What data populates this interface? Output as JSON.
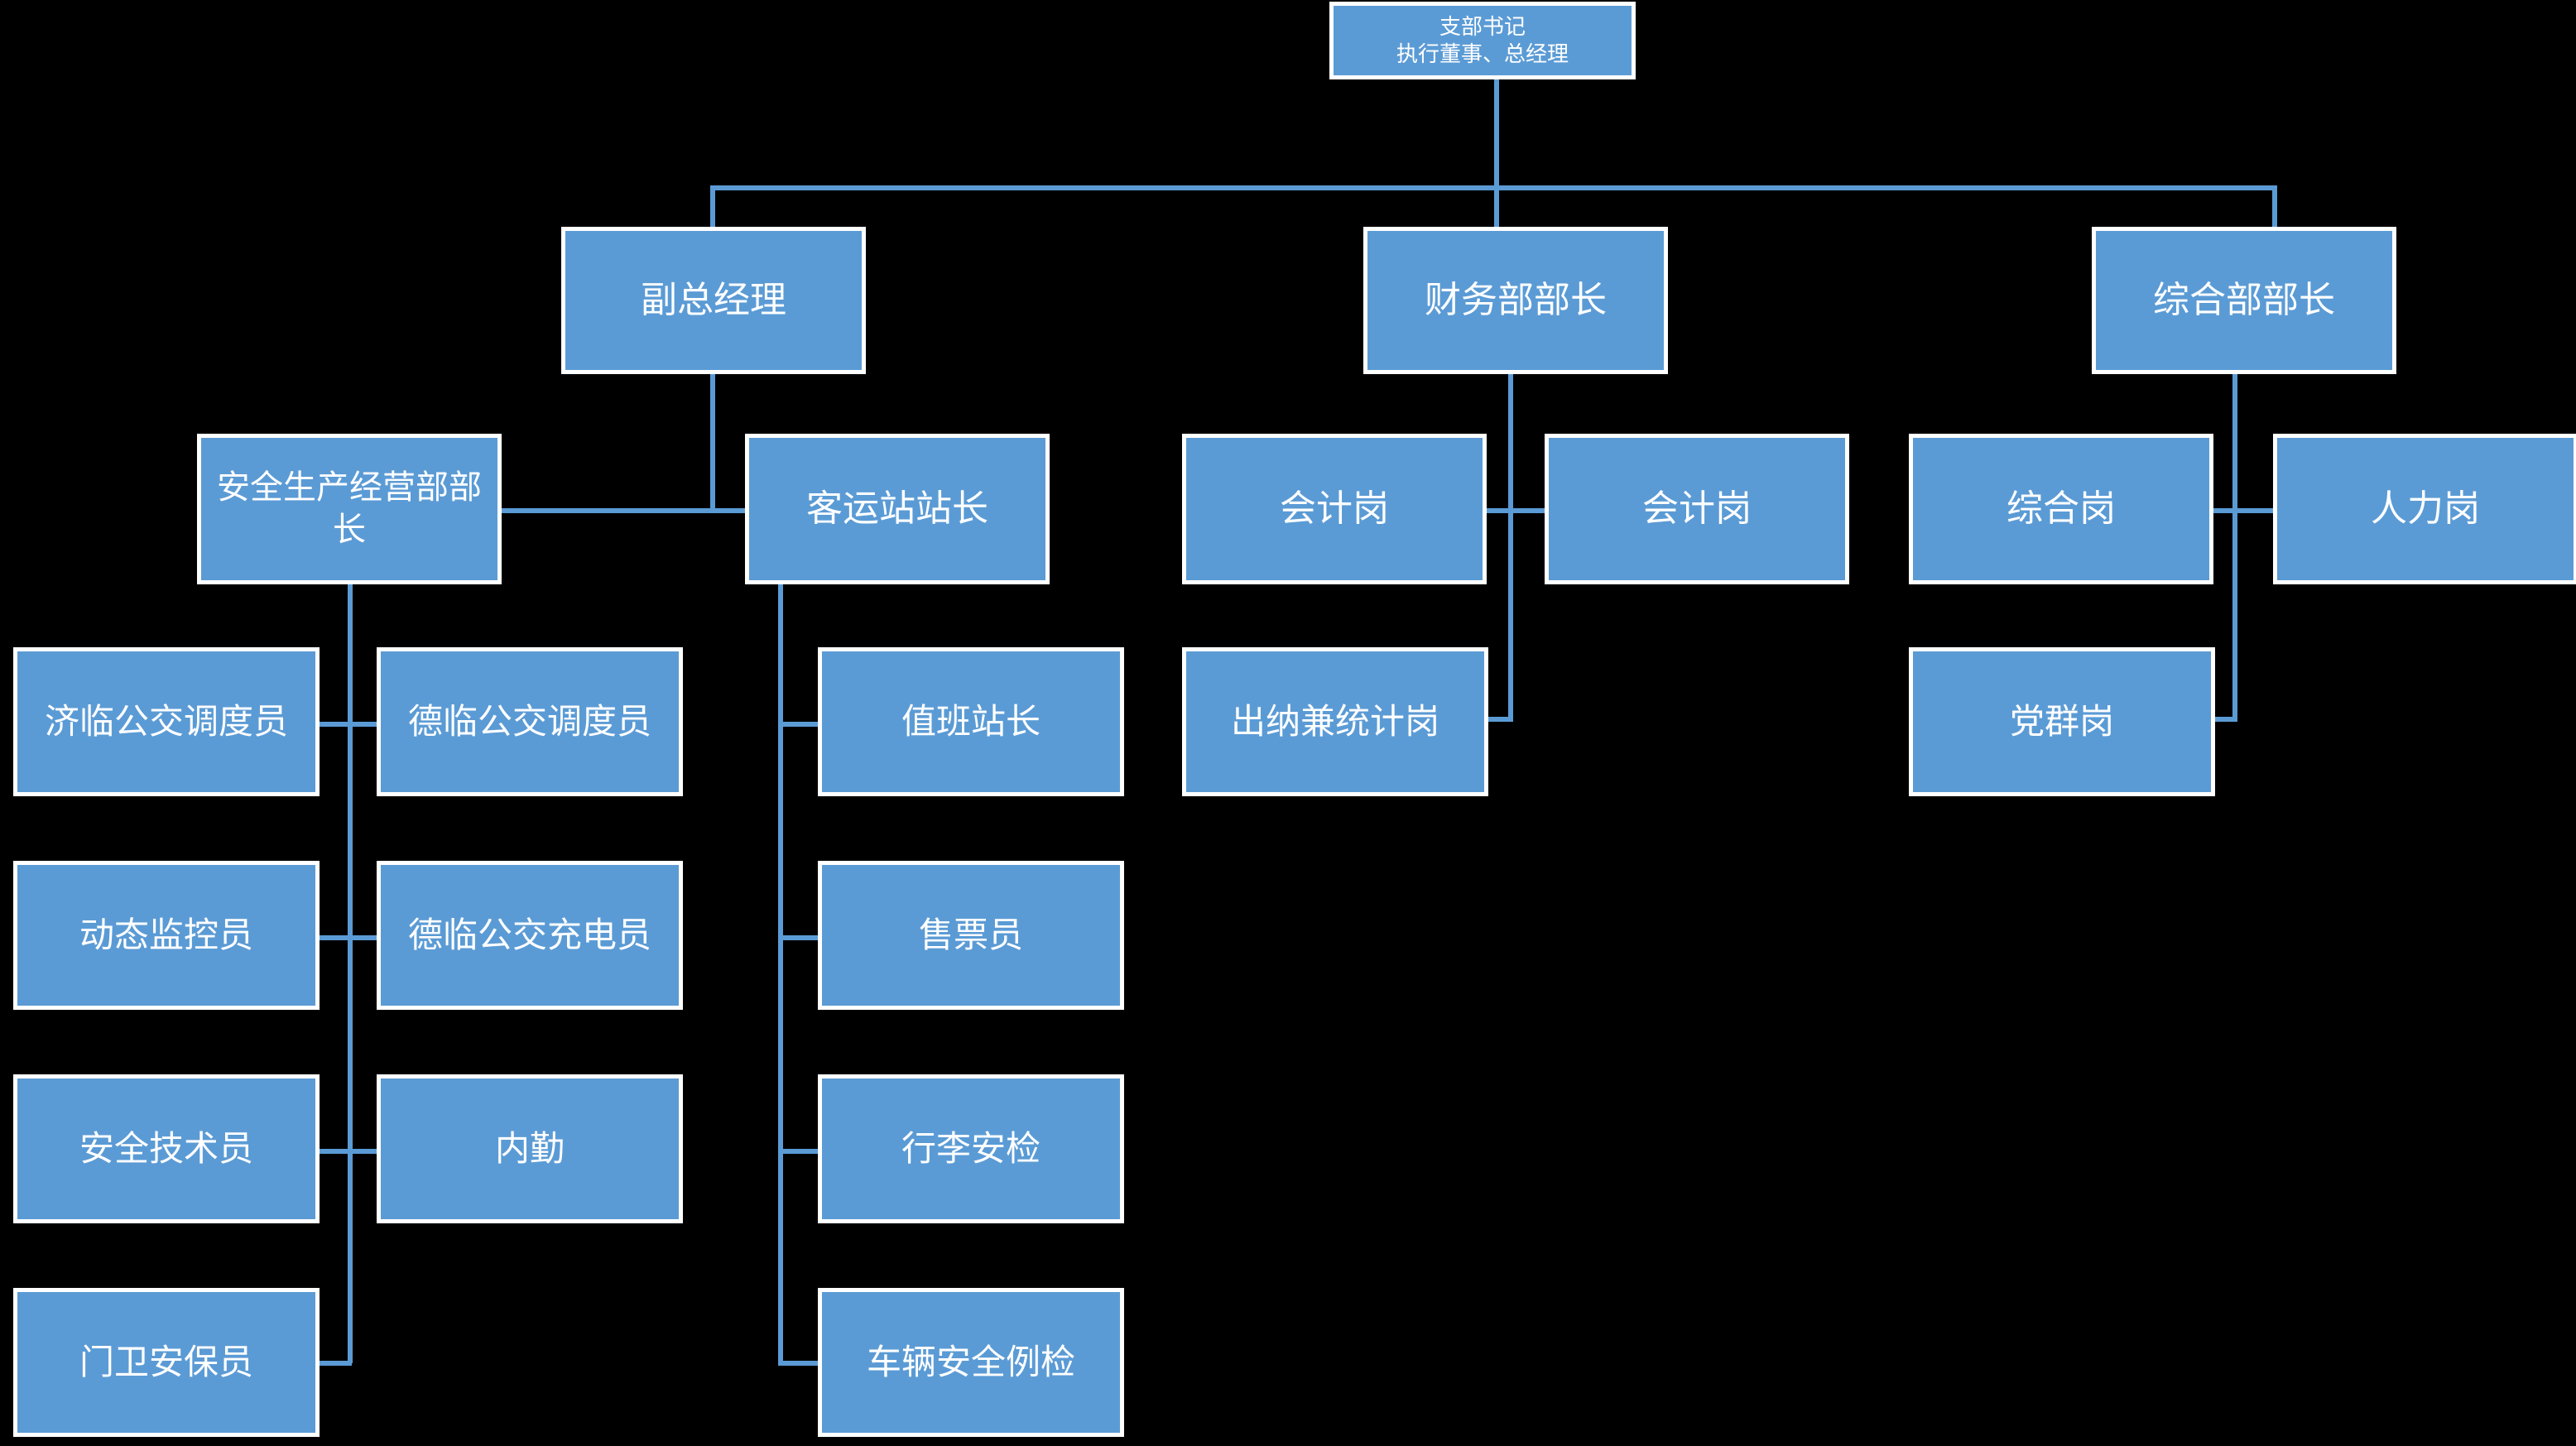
{
  "chart_data": {
    "type": "diagram",
    "diagram_type": "organizational-chart",
    "title": "",
    "colors": {
      "background": "#000000",
      "node_fill": "#5B9BD5",
      "node_border": "#FFFFFF",
      "connector": "#5B9BD5",
      "node_text": "#FFFFFF"
    },
    "nodes": [
      {
        "id": "root",
        "label": "支部书记\n执行董事、总经理",
        "line1": "支部书记",
        "line2": "执行董事、总经理",
        "level": 1
      },
      {
        "id": "n2a",
        "label": "副总经理",
        "level": 2,
        "parent": "root"
      },
      {
        "id": "n2b",
        "label": "财务部部长",
        "level": 2,
        "parent": "root"
      },
      {
        "id": "n2c",
        "label": "综合部部长",
        "level": 2,
        "parent": "root"
      },
      {
        "id": "n3a",
        "label": "安全生产经营部部长",
        "level": 3,
        "parent": "n2a"
      },
      {
        "id": "n3b",
        "label": "客运站站长",
        "level": 3,
        "parent": "n2a"
      },
      {
        "id": "n3c",
        "label": "会计岗",
        "level": 3,
        "parent": "n2b"
      },
      {
        "id": "n3d",
        "label": "会计岗",
        "level": 3,
        "parent": "n2b"
      },
      {
        "id": "n3e",
        "label": "综合岗",
        "level": 3,
        "parent": "n2c"
      },
      {
        "id": "n3f",
        "label": "人力岗",
        "level": 3,
        "parent": "n2c"
      },
      {
        "id": "n4a",
        "label": "济临公交调度员",
        "level": 4,
        "parent": "n3a"
      },
      {
        "id": "n4b",
        "label": "德临公交调度员",
        "level": 4,
        "parent": "n3a"
      },
      {
        "id": "n4c",
        "label": "动态监控员",
        "level": 4,
        "parent": "n3a"
      },
      {
        "id": "n4d",
        "label": "德临公交充电员",
        "level": 4,
        "parent": "n3a"
      },
      {
        "id": "n4e",
        "label": "安全技术员",
        "level": 4,
        "parent": "n3a"
      },
      {
        "id": "n4f",
        "label": "内勤",
        "level": 4,
        "parent": "n3a"
      },
      {
        "id": "n4g",
        "label": "门卫安保员",
        "level": 4,
        "parent": "n3a"
      },
      {
        "id": "n4h",
        "label": "值班站长",
        "level": 4,
        "parent": "n3b"
      },
      {
        "id": "n4i",
        "label": "售票员",
        "level": 4,
        "parent": "n3b"
      },
      {
        "id": "n4j",
        "label": "行李安检",
        "level": 4,
        "parent": "n3b"
      },
      {
        "id": "n4k",
        "label": "车辆安全例检",
        "level": 4,
        "parent": "n3b"
      },
      {
        "id": "n4l",
        "label": "出纳兼统计岗",
        "level": 4,
        "parent": "n2b"
      },
      {
        "id": "n4m",
        "label": "党群岗",
        "level": 4,
        "parent": "n2c"
      }
    ]
  },
  "org": {
    "root": {
      "line1": "支部书记",
      "line2": "执行董事、总经理"
    },
    "level2": {
      "deputy_gm": "副总经理",
      "finance_head": "财务部部长",
      "general_affairs_head": "综合部部长"
    },
    "level3": {
      "safety_ops_head": "安全生产经营部部长",
      "station_master": "客运站站长",
      "accounting_1": "会计岗",
      "accounting_2": "会计岗",
      "general_post": "综合岗",
      "hr_post": "人力岗"
    },
    "safety_children": {
      "jilin_dispatcher": "济临公交调度员",
      "delin_dispatcher": "德临公交调度员",
      "dynamic_monitor": "动态监控员",
      "delin_charger": "德临公交充电员",
      "safety_technician": "安全技术员",
      "office_clerk": "内勤",
      "gate_guard": "门卫安保员"
    },
    "station_children": {
      "duty_station_master": "值班站长",
      "ticket_seller": "售票员",
      "baggage_security": "行李安检",
      "vehicle_inspection": "车辆安全例检"
    },
    "finance_children": {
      "cashier_statistics": "出纳兼统计岗"
    },
    "general_affairs_children": {
      "party_mass_post": "党群岗"
    }
  }
}
